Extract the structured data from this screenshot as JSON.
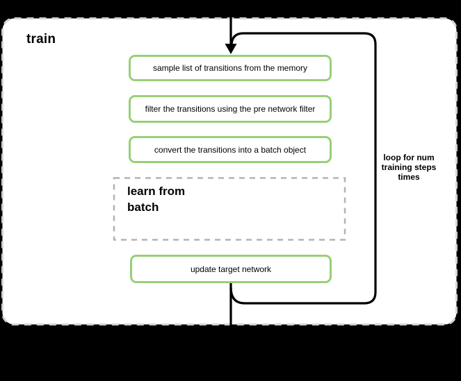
{
  "diagram": {
    "container": {
      "label": "train"
    },
    "steps": [
      {
        "label": "sample list of transitions from the memory"
      },
      {
        "label": "filter the transitions using the pre network filter"
      },
      {
        "label": "convert the transitions into a batch object"
      }
    ],
    "group": {
      "label": "learn from batch",
      "lines": [
        "learn from",
        "batch"
      ]
    },
    "final_step": {
      "label": "update target network"
    },
    "loop_annotation": {
      "label": "loop for num training steps times",
      "lines": [
        "loop for num",
        "training steps",
        "times"
      ]
    },
    "colors": {
      "background": "#000000",
      "panel_fill": "#ffffff",
      "panel_border": "#d2d2d2",
      "group_border": "#b3b3b3",
      "step_border": "#97d077",
      "connector": "#000000",
      "text": "#000000"
    }
  }
}
